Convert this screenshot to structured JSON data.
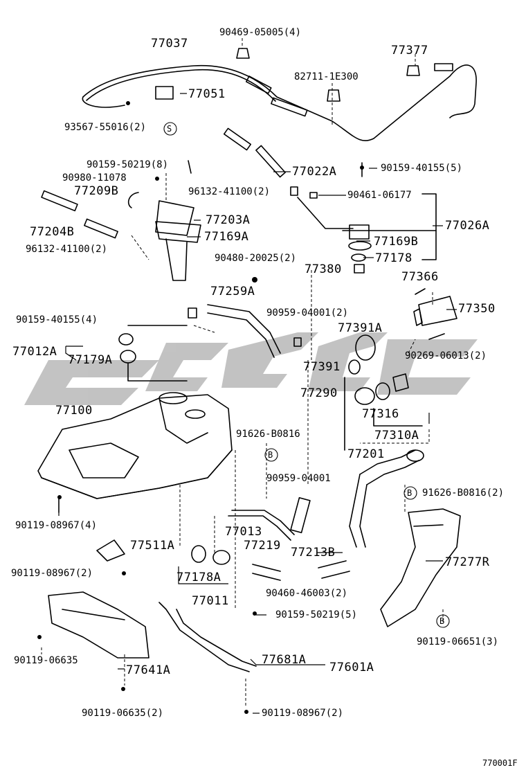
{
  "diagram": {
    "reference": "770001F",
    "circle_letters": {
      "s": "S",
      "b": "B"
    },
    "labels": {
      "p77037": "77037",
      "p90469": "90469-05005(4)",
      "p77377": "77377",
      "p82711": "82711-1E300",
      "p77051": "77051",
      "p93567": "93567-55016(2)",
      "p90159_50219_8": "90159-50219(8)",
      "p90980": "90980-11078",
      "p77209B": "77209B",
      "p96132_a": "96132-41100(2)",
      "p77022A": "77022A",
      "p90159_40155_5": "90159-40155(5)",
      "p90461": "90461-06177",
      "p77203A": "77203A",
      "p77204B": "77204B",
      "p77169A": "77169A",
      "p96132_b": "96132-41100(2)",
      "p77026A": "77026A",
      "p77169B": "77169B",
      "p77178": "77178",
      "p90480": "90480-20025(2)",
      "p77380": "77380",
      "p77366": "77366",
      "p77259A": "77259A",
      "p77350": "77350",
      "p90159_40155_4": "90159-40155(4)",
      "p90959_2": "90959-04001(2)",
      "p77391A": "77391A",
      "p77012A": "77012A",
      "p77179A": "77179A",
      "p90269": "90269-06013(2)",
      "p77391": "77391",
      "p77290": "77290",
      "p77316": "77316",
      "p77100": "77100",
      "p91626_a": "91626-B0816",
      "p77310A": "77310A",
      "p77201": "77201",
      "p90959": "90959-04001",
      "p91626_b": "91626-B0816(2)",
      "p90119_08967_4": "90119-08967(4)",
      "p77013": "77013",
      "p77511A": "77511A",
      "p77219": "77219",
      "p77213B": "77213B",
      "p77277R": "77277R",
      "p90119_08967_2a": "90119-08967(2)",
      "p77178A": "77178A",
      "p90460": "90460-46003(2)",
      "p77011": "77011",
      "p90159_50219_5": "90159-50219(5)",
      "p90119_06651": "90119-06651(3)",
      "p90119_06635": "90119-06635",
      "p77681A": "77681A",
      "p77601A": "77601A",
      "p77641A": "77641A",
      "p90119_06635_2": "90119-06635(2)",
      "p90119_08967_2b": "90119-08967(2)"
    }
  }
}
